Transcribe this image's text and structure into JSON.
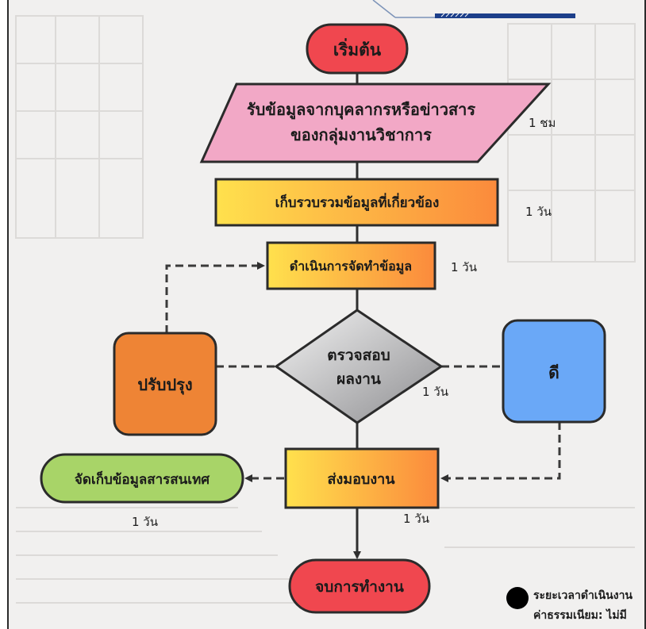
{
  "nodes": {
    "start": "เริ่มต้น",
    "receive_line1": "รับข้อมูลจากบุคลากรหรือข่าวสาร",
    "receive_line2": "ของกลุ่มงานวิชาการ",
    "collect": "เก็บรวบรวมข้อมูลที่เกี่ยวข้อง",
    "prepare": "ดำเนินการจัดทำข้อมูล",
    "check_line1": "ตรวจสอบ",
    "check_line2": "ผลงาน",
    "improve": "ปรับปรุง",
    "good": "ดี",
    "deliver": "ส่งมอบงาน",
    "store": "จัดเก็บข้อมูลสารสนเทศ",
    "end": "จบการทำงาน"
  },
  "durations": {
    "receive": "1 ชม",
    "collect": "1 วัน",
    "prepare": "1 วัน",
    "check": "1 วัน",
    "store": "1 วัน",
    "deliver": "1 วัน"
  },
  "footer": {
    "duration_label": "ระยะเวลาดำเนินงาน",
    "fee_label": "ค่าธรรมเนียม: ไม่มี"
  },
  "colors": {
    "start_end_fill": "#f0474f",
    "receive_fill": "#f2a8c6",
    "gradient_start": "#ffe14d",
    "gradient_end": "#fb8a3c",
    "improve_fill": "#ee8435",
    "good_fill": "#6aa8f7",
    "store_fill": "#a8d468",
    "check_fill": "#a9a9ab"
  }
}
